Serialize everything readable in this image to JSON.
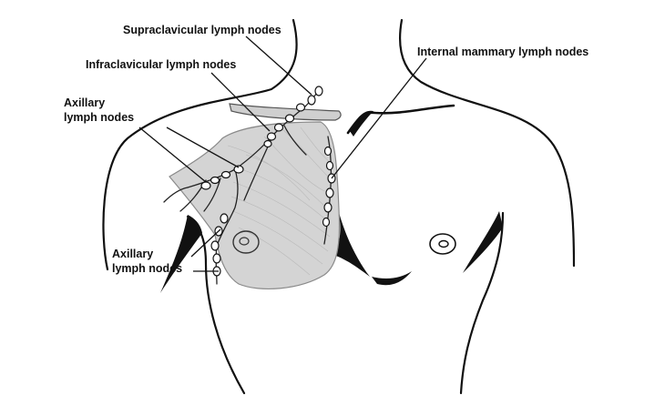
{
  "labels": {
    "supraclavicular": "Supraclavicular lymph nodes",
    "infraclavicular": "Infraclavicular lymph nodes",
    "axillary_upper_line1": "Axillary",
    "axillary_upper_line2": "lymph nodes",
    "axillary_lower_line1": "Axillary",
    "axillary_lower_line2": "lymph nodes",
    "internal_mammary": "Internal mammary lymph nodes"
  },
  "colors": {
    "breast_fill": "#d4d4d4",
    "breast_stroke": "#8a8a8a",
    "clavicle_fill": "#cfcfcf",
    "outline": "#111111"
  }
}
